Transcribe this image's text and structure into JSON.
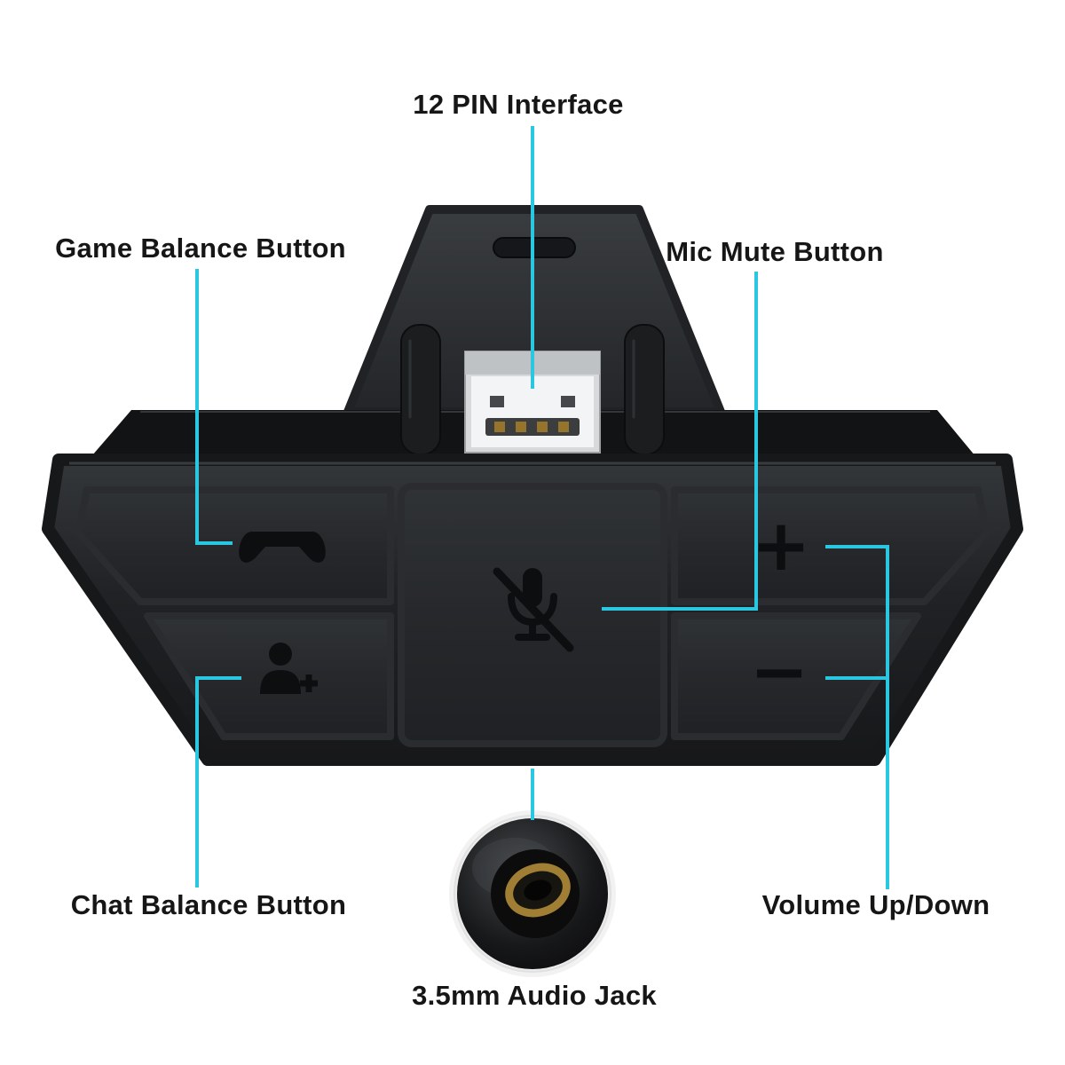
{
  "labels": {
    "pin_interface": "12 PIN Interface",
    "game_balance": "Game Balance Button",
    "mic_mute": "Mic Mute Button",
    "chat_balance": "Chat Balance Button",
    "volume": "Volume Up/Down",
    "audio_jack": "3.5mm Audio Jack"
  },
  "glyphs": {
    "volume_up": "+",
    "volume_down": "−",
    "game_balance_icon": "gamepad-icon",
    "chat_balance_icon": "person-icon",
    "mic_mute_icon": "microphone-slash-icon",
    "pin_interface_part": "usb-connector",
    "audio_jack_part": "audio-jack-socket"
  },
  "colors": {
    "callout": "#2bc6e0",
    "background": "#ffffff",
    "label_text": "#161616",
    "device_body": "#232528",
    "button_face": "#2a2c2f",
    "usb_face": "#f3f4f5",
    "jack_ring_gold": "#a07f35"
  }
}
